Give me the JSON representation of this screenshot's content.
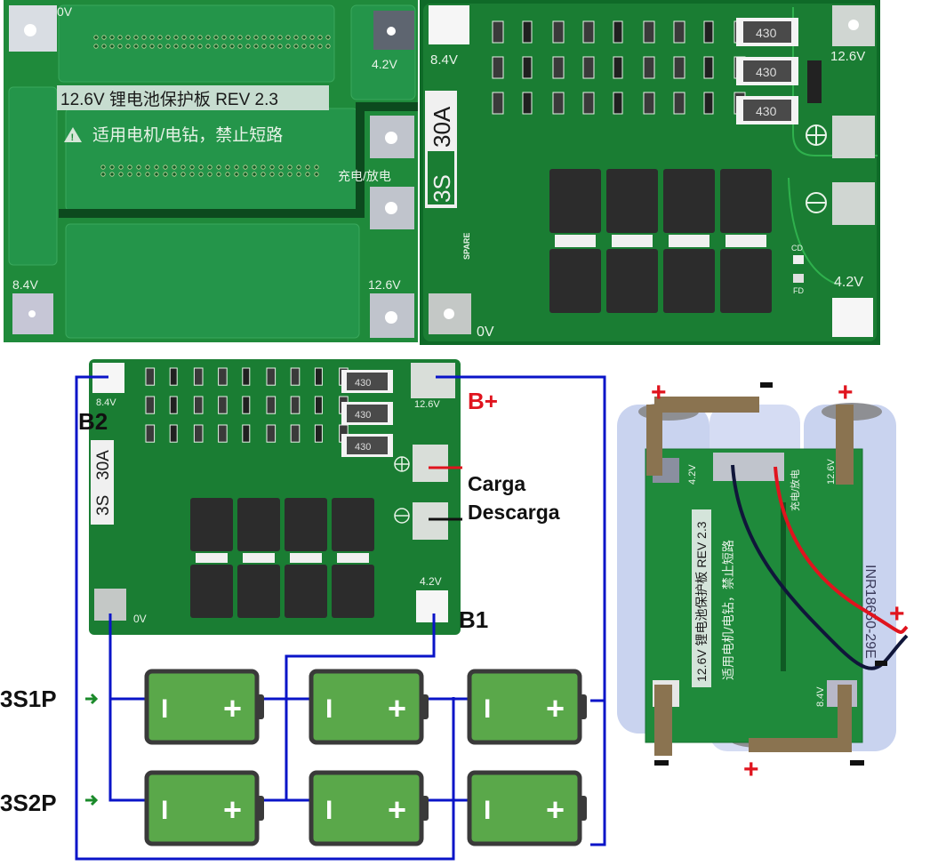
{
  "colors": {
    "pcb_green": "#1f8a3b",
    "pcb_dark": "#0f5a24",
    "pcb_mid": "#2a9a45",
    "pad_silver": "#d9dde3",
    "mosfet": "#2c2c2c",
    "wire_blue": "#0a14c8",
    "battery_green": "#5aa84a",
    "battery_outline": "#3a3a3a",
    "plus_red": "#e0141e",
    "cell_wrap": "#c9d3ef",
    "nickel_strip": "#8a7350"
  },
  "board_back": {
    "title_silk": "12.6V 锂电池保护板 REV 2.3",
    "warning_silk": "适用电机/电钻，禁止短路",
    "pad_labels": {
      "zero": "0V",
      "v42": "4.2V",
      "v84": "8.4V",
      "v126": "12.6V",
      "charge_discharge": "充电/放电"
    }
  },
  "board_front": {
    "model_silk": [
      "3S",
      "30A"
    ],
    "resistor_code": "430",
    "spare_silk": "SPARE",
    "led_labels": [
      "CD",
      "FD"
    ],
    "pad_labels": {
      "v84": "8.4V",
      "v126": "12.6V",
      "zero": "0V",
      "v42": "4.2V"
    },
    "polarity": [
      "plus",
      "minus"
    ]
  },
  "wiring_diagram": {
    "terminal_labels": {
      "b_plus": "B+",
      "b2": "B2",
      "b1": "B1",
      "charge": "Carga",
      "discharge": "Descarga"
    },
    "rows": [
      {
        "label": "3S1P",
        "cells": 3
      },
      {
        "label": "3S2P",
        "cells": 3
      }
    ],
    "cell_symbols": {
      "minus": "I",
      "plus": "+"
    }
  },
  "assembly_photo": {
    "cell_marking": "INR18650-29E",
    "polarity_top": [
      "+",
      "-",
      "+"
    ],
    "polarity_bottom": [
      "-",
      "+",
      "-"
    ],
    "wire_labels": {
      "red": "+",
      "black": "-"
    }
  }
}
